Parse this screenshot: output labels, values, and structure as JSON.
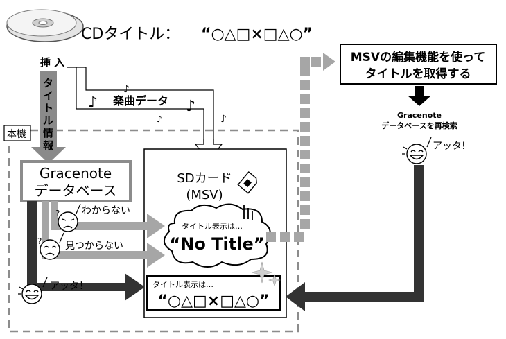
{
  "cd": {
    "title_label": "CDタイトル：",
    "title_value": "“○△□×□△○”"
  },
  "insert_label": "挿 入",
  "title_info_label": [
    "タ",
    "イ",
    "ト",
    "ル",
    "情",
    "報"
  ],
  "music_data_label": "楽曲データ",
  "device_label": "本機",
  "gracenote_db": [
    "Gracenote",
    "データベース"
  ],
  "sd_card": [
    "SDカード",
    "(MSV)"
  ],
  "cases": {
    "unknown": "わからない",
    "not_found": "見つからない",
    "found": "アッタ！"
  },
  "no_title_box": {
    "caption": "タイトル表示は…",
    "value": "“No Title”"
  },
  "result_box": {
    "caption": "タイトル表示は…",
    "value": "“○△□×□△○”"
  },
  "msv_box": [
    "MSVの編集機能を使って",
    "タイトルを取得する"
  ],
  "research_label": [
    "Gracenote",
    "データベースを再検索"
  ],
  "research_found": "アッタ!",
  "colors": {
    "dark_arrow": "#333333",
    "gray_arrow": "#a6a6a6",
    "dashed_border": "#8c8c8c",
    "db_box_border": "#8c8c8c"
  }
}
